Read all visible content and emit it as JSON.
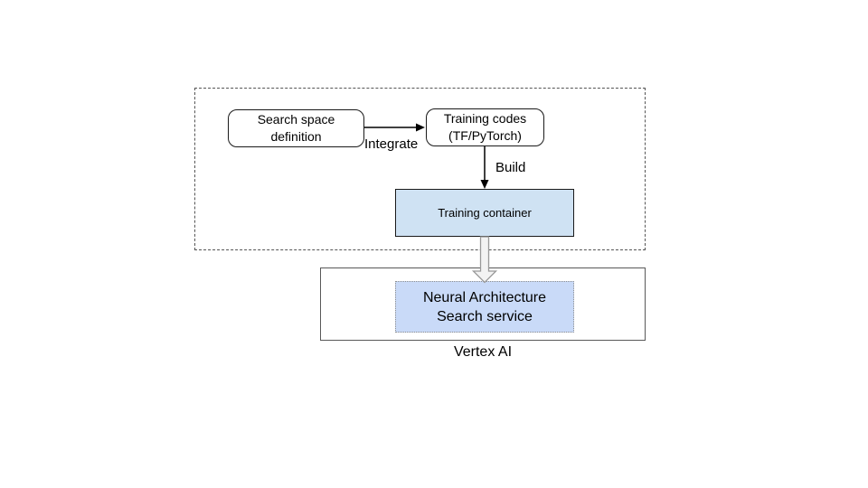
{
  "colors": {
    "training-container-fill": "#cfe2f3",
    "nas-fill": "#c9daf8",
    "node-border": "#1a1a1a",
    "group-border": "#555555",
    "vertex-border": "#595959",
    "arrow": "#000000",
    "block-arrow-fill": "#f3f3f3",
    "block-arrow-stroke": "#999999"
  },
  "diagram": {
    "nodes": {
      "search_space": {
        "label": "Search space\ndefinition"
      },
      "training_codes": {
        "label": "Training codes\n(TF/PyTorch)"
      },
      "training_container": {
        "label": "Training container"
      },
      "nas_service": {
        "label": "Neural Architecture\nSearch service"
      }
    },
    "edges": {
      "integrate": {
        "label": "Integrate"
      },
      "build": {
        "label": "Build"
      }
    },
    "groups": {
      "vertex_ai": {
        "label": "Vertex AI"
      }
    }
  }
}
